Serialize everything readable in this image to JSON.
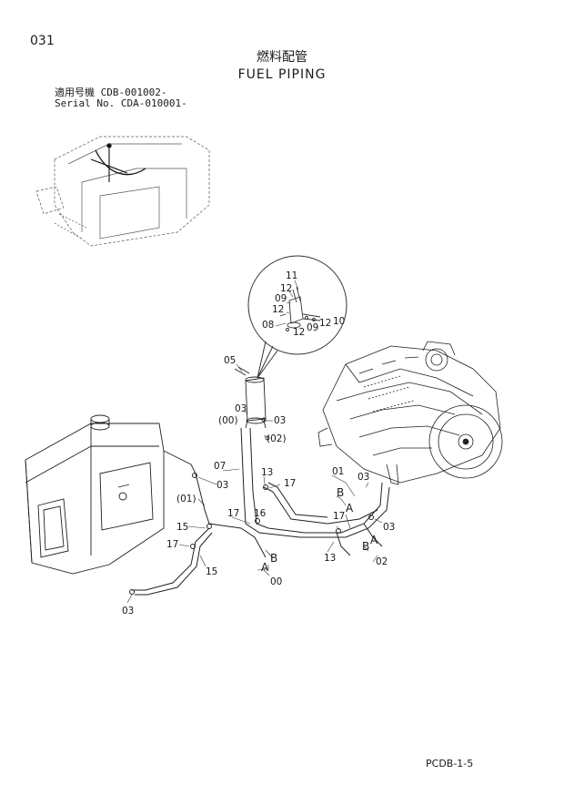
{
  "header": {
    "page_number": "031",
    "title_jp": "燃料配管",
    "title_en": "FUEL PIPING",
    "serial_line1": "適用号機  CDB-001002-",
    "serial_line2": "Serial No. CDA-010001-"
  },
  "footer": {
    "code": "PCDB-1-5"
  },
  "callouts": {
    "c11": "11",
    "c12a": "12",
    "c09a": "09",
    "c12b": "12",
    "c08": "08",
    "c12c": "12",
    "c09b": "09",
    "c12d": "12",
    "c10": "10",
    "c05": "05",
    "c03a": "03",
    "c00a": "(00)",
    "c03b": "03",
    "c02a": "(02)",
    "c07": "07",
    "c03c": "03",
    "c13a": "13",
    "c17a": "17",
    "c01a": "(01)",
    "c17b": "17",
    "c16": "16",
    "c15a": "15",
    "c17c": "17",
    "c15b": "15",
    "c03d": "03",
    "cA1": "A",
    "cB1": "B",
    "c00b": "00",
    "c01b": "01",
    "c03e": "03",
    "cB2": "B",
    "cA2": "A",
    "c03f": "03",
    "c17d": "17",
    "c13b": "13",
    "cB3": "B",
    "cA3": "A",
    "c02b": "02"
  }
}
